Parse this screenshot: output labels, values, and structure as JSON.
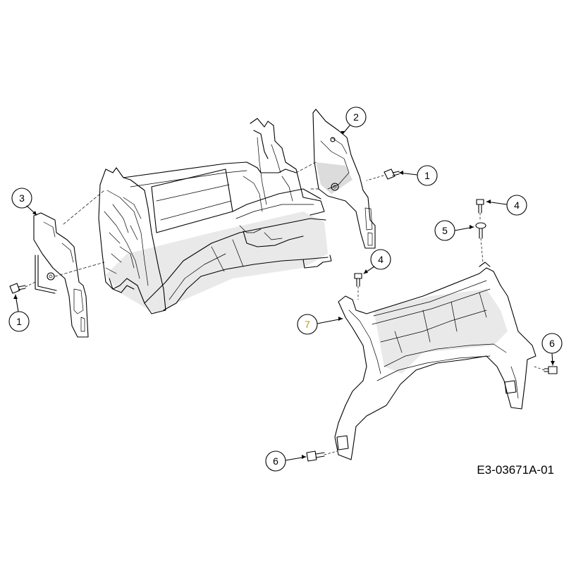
{
  "diagram": {
    "drawing_number": "E3-03671A-01",
    "callouts": [
      {
        "id": "c2",
        "label": "2"
      },
      {
        "id": "c1-top",
        "label": "1"
      },
      {
        "id": "c3",
        "label": "3"
      },
      {
        "id": "c4-top",
        "label": "4"
      },
      {
        "id": "c5",
        "label": "5"
      },
      {
        "id": "c4-mid",
        "label": "4"
      },
      {
        "id": "c7",
        "label": "7"
      },
      {
        "id": "c1-left",
        "label": "1"
      },
      {
        "id": "c6-right",
        "label": "6"
      },
      {
        "id": "c6-bottom",
        "label": "6"
      }
    ]
  }
}
